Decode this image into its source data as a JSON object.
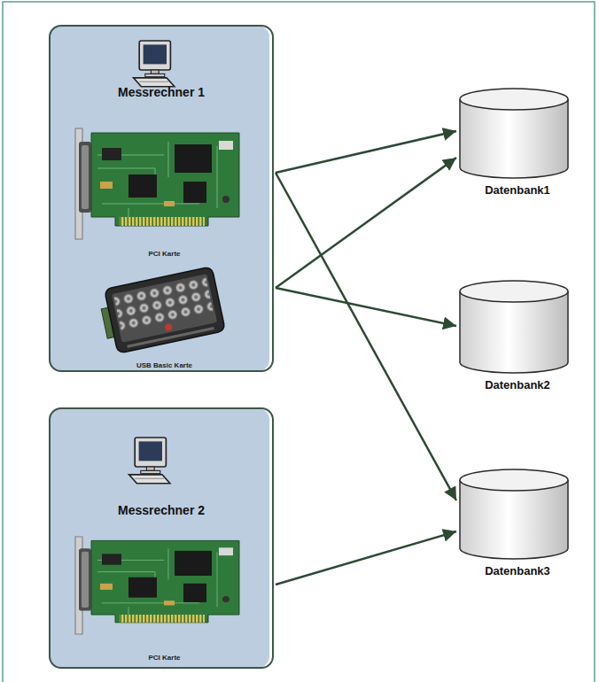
{
  "diagram": {
    "nodes": [
      {
        "text": [
          "Messrechner 1"
        ]
      },
      {
        "text": [
          "PCI Karte"
        ],
        "in": 0
      },
      {
        "text": [
          "USB Basic Karte"
        ],
        "in": 0
      },
      {
        "text": [
          "Messrechner 2"
        ]
      },
      {
        "text": [
          "PCI Karte"
        ],
        "in": 3
      },
      {
        "text": [
          "Datenbank1"
        ]
      },
      {
        "text": [
          "Datenbank2"
        ]
      },
      {
        "text": [
          "Datenbank3"
        ]
      }
    ],
    "edges": [
      {
        "from": 1,
        "to": 5,
        "arrow": "to"
      },
      {
        "from": 1,
        "to": 7,
        "arrow": "to"
      },
      {
        "from": 2,
        "to": 5,
        "arrow": "to"
      },
      {
        "from": 2,
        "to": 6,
        "arrow": "to"
      },
      {
        "from": 4,
        "to": 7,
        "arrow": "to"
      }
    ]
  }
}
